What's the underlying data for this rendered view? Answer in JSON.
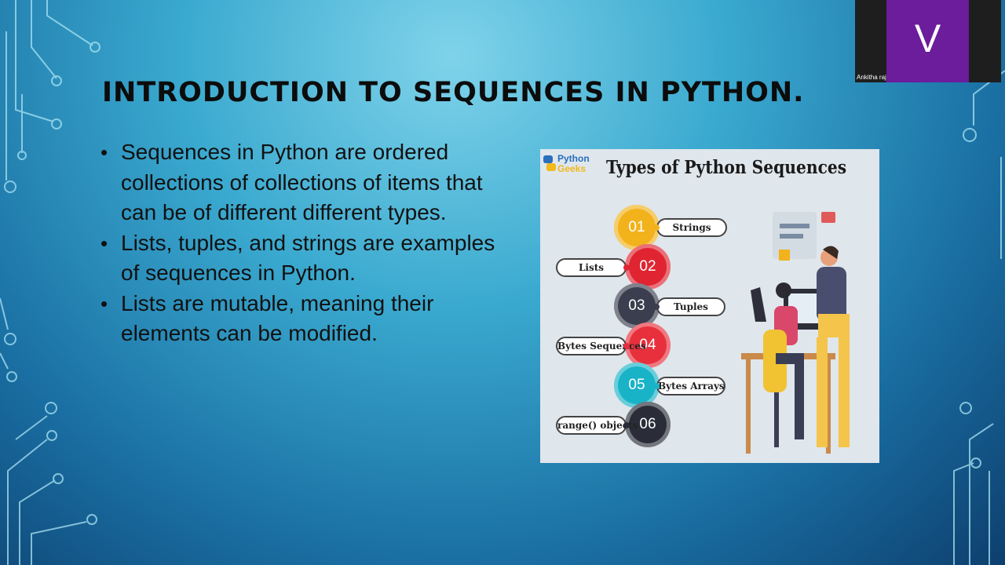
{
  "slide": {
    "title": "INTRODUCTION TO SEQUENCES IN PYTHON.",
    "bullets": [
      "Sequences in Python are ordered collections of collections of items that can be of different different types.",
      "Lists, tuples, and strings are examples of sequences in Python.",
      "Lists are mutable, meaning their elements can be modified."
    ]
  },
  "figure": {
    "title": "Types of Python Sequences",
    "logo_line1": "Python",
    "logo_line2": "Geeks",
    "items": [
      {
        "number": "01",
        "label": "Strings",
        "color": "#f2b21b"
      },
      {
        "number": "02",
        "label": "Lists",
        "color": "#e02431"
      },
      {
        "number": "03",
        "label": "Tuples",
        "color": "#3b3e4e"
      },
      {
        "number": "04",
        "label": "Bytes Sequences",
        "color": "#e8303d"
      },
      {
        "number": "05",
        "label": "Bytes Arrays",
        "color": "#19b3c8"
      },
      {
        "number": "06",
        "label": "range() objects",
        "color": "#2a2d38"
      }
    ]
  },
  "participant": {
    "initial": "V",
    "name": "Ankitha raj",
    "tile_color": "#6b1d9b"
  }
}
